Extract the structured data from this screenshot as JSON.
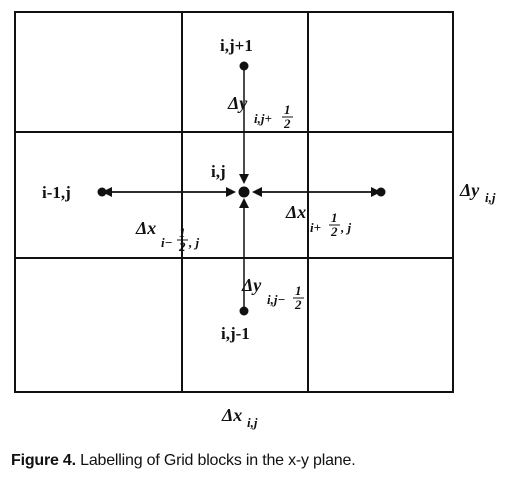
{
  "nodes": {
    "top": "i,j+1",
    "center": "i,j",
    "left": "i-1,j",
    "bottom": "i,j-1"
  },
  "labels": {
    "dy_top": "Δy",
    "dy_top_sub": "i,j+",
    "dx_left": "Δx",
    "dx_left_sub_i": "i−",
    "dx_left_sub_j": ", j",
    "dx_right": "Δx",
    "dx_right_sub_i": "i+",
    "dx_right_sub_j": ", j",
    "dy_bottom": "Δy",
    "dy_bottom_sub": "i,j−",
    "half_num": "1",
    "half_den": "2",
    "dy_cell": "Δy",
    "dy_cell_sub": "i,j",
    "dx_cell": "Δx",
    "dx_cell_sub": "i,j"
  },
  "caption": {
    "prefix": "Figure 4.",
    "text": " Labelling of Grid blocks in the x-y plane."
  }
}
